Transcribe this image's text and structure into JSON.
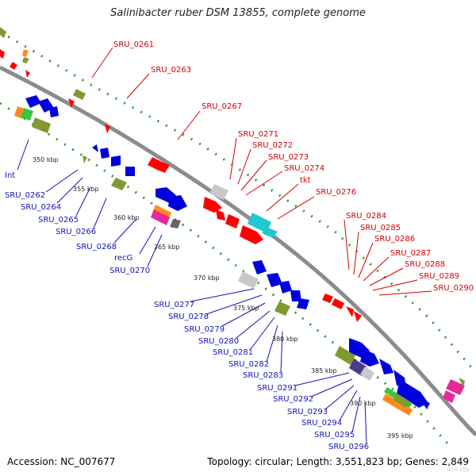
{
  "title": "Salinibacter ruber DSM 13855, complete genome",
  "footer": {
    "accession": "Accession: NC_007677",
    "summary": "Topology: circular; Length: 3,551,823 bp; Genes: 2,849"
  },
  "watermark": "400 kbp",
  "colors": {
    "backbone": "#8c8c8c",
    "tick": "#2e9a2e",
    "forward_label": "#d40000",
    "reverse_label": "#1111bb",
    "forward_gene": "#ff0000",
    "reverse_gene": "#0000dd",
    "cyan_gene": "#22c8d0",
    "olive_gene": "#7f9a2e",
    "gray_gene": "#c8c8c8",
    "green_gene": "#3cc43c",
    "orange_gene": "#ff8c1a",
    "pink_gene": "#e8289a",
    "purple_gene": "#4a3c8c"
  },
  "scale_labels": [
    "350 kbp",
    "355 kbp",
    "360 kbp",
    "365 kbp",
    "370 kbp",
    "375 kbp",
    "380 kbp",
    "385 kbp",
    "390 kbp",
    "395 kbp"
  ],
  "forward_labels": [
    "SRU_0261",
    "SRU_0263",
    "SRU_0267",
    "SRU_0271",
    "SRU_0272",
    "SRU_0273",
    "SRU_0274",
    "tkt",
    "SRU_0276",
    "SRU_0284",
    "SRU_0285",
    "SRU_0286",
    "SRU_0287",
    "SRU_0288",
    "SRU_0289",
    "SRU_0290"
  ],
  "reverse_labels": [
    "Int",
    "SRU_0262",
    "SRU_0264",
    "SRU_0265",
    "SRU_0266",
    "SRU_0268",
    "recG",
    "SRU_0270",
    "SRU_0277",
    "SRU_0278",
    "SRU_0279",
    "SRU_0280",
    "SRU_0281",
    "SRU_0282",
    "SRU_0283",
    "SRU_0291",
    "SRU_0292",
    "SRU_0293",
    "SRU_0294",
    "SRU_0295",
    "SRU_0296"
  ]
}
